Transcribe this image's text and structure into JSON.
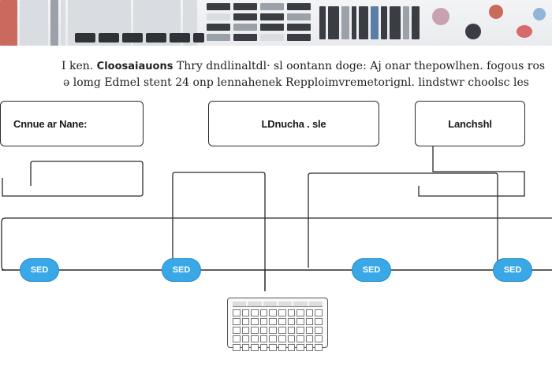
{
  "description": {
    "line1_prefix": "Ι ken.",
    "line1_bold": "Cloosaiauons",
    "line1_rest": " Thry dndlinaltdl· sl oontann doge: Aj onar thepowlhen. fogous ros",
    "line2": "ə  lomg Edmel stent  24 onp lennahenek  Repploimvremetorignl. lindstwr choolsc les"
  },
  "boxes": {
    "customer": "Cnnue ar Nane:",
    "middle": "LDnucha . sle",
    "right": "Lanchshl"
  },
  "nodes": [
    "SED",
    "SED",
    "SED",
    "SED"
  ],
  "colors": {
    "node": "#3aa8e6",
    "line": "#2a2a2a"
  }
}
